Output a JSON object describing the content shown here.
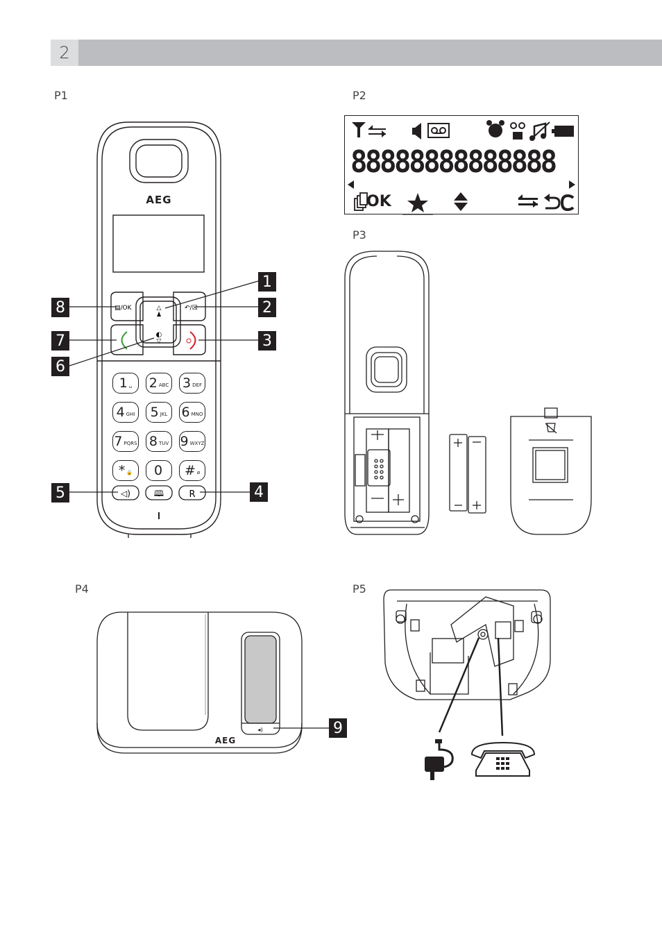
{
  "page": {
    "section_number": "2"
  },
  "figures": {
    "p1": {
      "label": "P1",
      "brand": "AEG",
      "key_labels": [
        "1",
        "2",
        "3",
        "4",
        "5",
        "6",
        "7",
        "8"
      ]
    },
    "p2": {
      "label": "P2",
      "display_digits": "88888888888888",
      "ok_text": "OK"
    },
    "p3": {
      "label": "P3"
    },
    "p4": {
      "label": "P4",
      "brand": "AEG",
      "callout": "9"
    },
    "p5": {
      "label": "P5"
    }
  },
  "keypad": {
    "keys": [
      {
        "digit": "1",
        "letters": "␣"
      },
      {
        "digit": "2",
        "letters": "ABC"
      },
      {
        "digit": "3",
        "letters": "DEF"
      },
      {
        "digit": "4",
        "letters": "GHI"
      },
      {
        "digit": "5",
        "letters": "JKL"
      },
      {
        "digit": "6",
        "letters": "MNO"
      },
      {
        "digit": "7",
        "letters": "PQRS"
      },
      {
        "digit": "8",
        "letters": "TUV"
      },
      {
        "digit": "9",
        "letters": "WXYZ"
      },
      {
        "digit": "*",
        "letters": "🔒"
      },
      {
        "digit": "0",
        "letters": ""
      },
      {
        "digit": "#",
        "letters": "ø"
      }
    ],
    "menu_ok_label": "▤/OK",
    "back_label": "⮌/☒",
    "r_label": "R"
  },
  "icons": [
    "antenna-icon",
    "intercom-icon",
    "speaker-icon",
    "answering-machine-icon",
    "alarm-icon",
    "voicemail-icon",
    "ringer-off-icon",
    "battery-icon",
    "menu-icon",
    "star-icon",
    "up-down-icon",
    "back-icon",
    "clear-icon",
    "power-adapter-icon",
    "telephone-icon"
  ]
}
